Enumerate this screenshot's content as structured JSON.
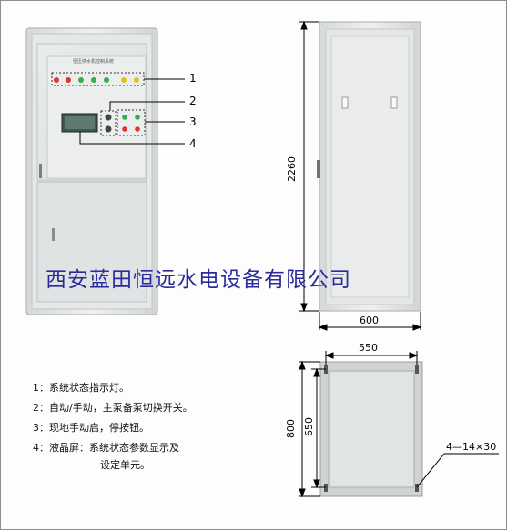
{
  "panel_title": "恒压供水机控制系统",
  "callouts": [
    "1",
    "2",
    "3",
    "4"
  ],
  "dimensions": {
    "height": "2260",
    "width_front": "600",
    "base_width": "550",
    "base_depth_outer": "800",
    "base_depth_inner": "650",
    "holes": "4—14×30"
  },
  "company": "西安蓝田恒远水电设备有限公司",
  "legend": [
    "1：系统状态指示灯。",
    "2：自动/手动，主泵备泵切换开关。",
    "3：现地手动启，停按钮。",
    "4：液晶屏：系统状态参数显示及",
    "设定单元。"
  ],
  "colors": {
    "cabinet": "#e4e6e6",
    "cabinet_edge": "#b8bcbc",
    "led_red": "#d9382e",
    "led_green": "#33b04a",
    "led_yellow": "#e0c21d",
    "lcd": "#3d5a4f",
    "company_text": "#2b2b9c"
  },
  "indicator_leds": [
    "red",
    "red",
    "green",
    "green",
    "green",
    "yellow",
    "yellow"
  ]
}
